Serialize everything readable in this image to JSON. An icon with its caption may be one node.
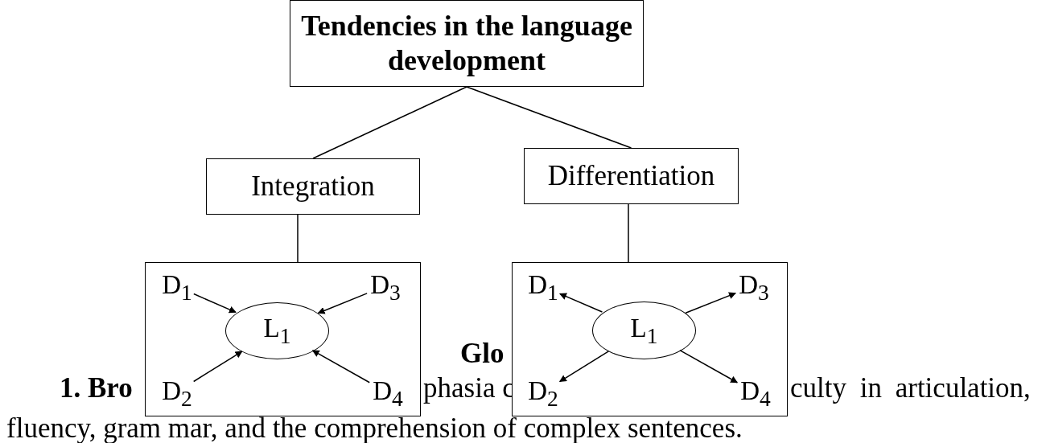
{
  "diagram": {
    "nodes": [
      {
        "text": [
          "Tendencies in the language development"
        ]
      },
      {
        "text": [
          "Integration"
        ]
      },
      {
        "text": [
          "Differentiation"
        ]
      },
      {
        "text": [],
        "shape": "box"
      },
      {
        "text": [
          "D$_{1}$"
        ],
        "in": 3
      },
      {
        "text": [
          "D$_{3}$"
        ],
        "in": 3
      },
      {
        "text": [
          "L$_{1}$"
        ],
        "in": 3
      },
      {
        "text": [
          "D$_{2}$"
        ],
        "in": 3
      },
      {
        "text": [
          "D$_{4}$"
        ],
        "in": 3
      },
      {
        "text": [],
        "shape": "box"
      },
      {
        "text": [
          "D$_{1}$"
        ],
        "in": 9
      },
      {
        "text": [
          "D$_{3}$"
        ],
        "in": 9
      },
      {
        "text": [
          "L$_{1}$"
        ],
        "in": 9
      },
      {
        "text": [
          "D$_{2}$"
        ],
        "in": 9
      },
      {
        "text": [
          "D$_{4}$"
        ],
        "in": 9
      }
    ],
    "edges": [
      {
        "from": 0,
        "to": 1,
        "arrow": "none"
      },
      {
        "from": 0,
        "to": 2,
        "arrow": "none"
      },
      {
        "from": 1,
        "to": 3,
        "arrow": "none"
      },
      {
        "from": 2,
        "to": 9,
        "arrow": "none"
      },
      {
        "from": 4,
        "to": 6,
        "arrow": "to"
      },
      {
        "from": 5,
        "to": 6,
        "arrow": "to"
      },
      {
        "from": 7,
        "to": 6,
        "arrow": "to"
      },
      {
        "from": 8,
        "to": 6,
        "arrow": "to"
      },
      {
        "from": 12,
        "to": 10,
        "arrow": "to"
      },
      {
        "from": 12,
        "to": 11,
        "arrow": "to"
      },
      {
        "from": 12,
        "to": 13,
        "arrow": "to"
      },
      {
        "from": 12,
        "to": 14,
        "arrow": "to"
      }
    ],
    "labels": [
      "Glo",
      "1. Bro",
      "phasia c",
      "culty in articulation,",
      "fluency, gram mar, and the comprehension of complex sentences."
    ]
  }
}
